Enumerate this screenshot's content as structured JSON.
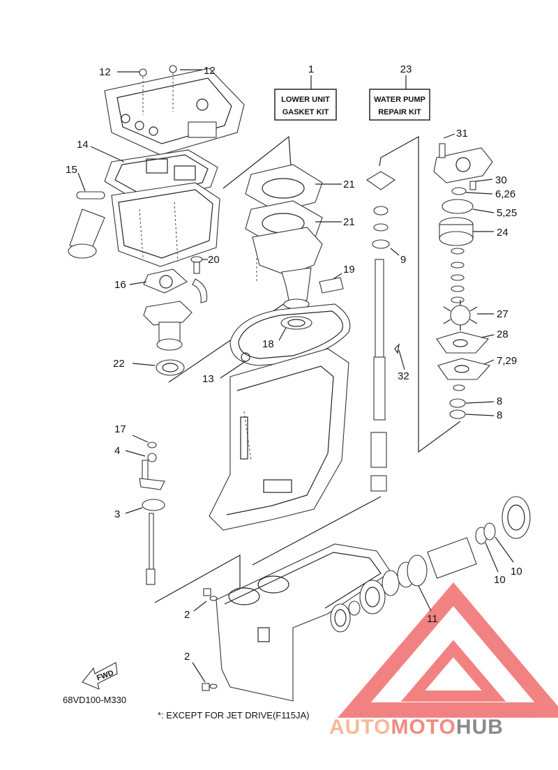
{
  "kits": {
    "lower_unit": {
      "number": "1",
      "line1": "LOWER UNIT",
      "line2": "GASKET KIT"
    },
    "water_pump": {
      "number": "23",
      "line1": "WATER PUMP",
      "line2": "REPAIR KIT"
    }
  },
  "callouts": {
    "c12a": "12",
    "c12b": "12",
    "c14": "14",
    "c15": "15",
    "c16": "16",
    "c20": "20",
    "c22": "22",
    "c13": "13",
    "c18": "18",
    "c19": "19",
    "c21a": "21",
    "c21b": "21",
    "c31": "31",
    "c30": "30",
    "c626": "6,26",
    "c525": "5,25",
    "c24": "24",
    "c9": "9",
    "c27": "27",
    "c28": "28",
    "c729": "7,29",
    "c32": "32",
    "c8a": "8",
    "c8b": "8",
    "c17": "17",
    "c4": "4",
    "c3": "3",
    "c10a": "10",
    "c10b": "10",
    "c11": "11",
    "c2a": "2",
    "c2b": "2"
  },
  "fwd_label": "FWD",
  "diagram_code": "68VD100-M330",
  "footnote": "*: EXCEPT FOR JET DRIVE(F115JA)",
  "watermark": {
    "part1": "AUTO",
    "part2": "MOTO",
    "part3": "HUB",
    "colors": {
      "auto": "#f5b99a",
      "moto": "#f08a80",
      "hub": "#8a8a8a",
      "triangle": "#f06d6d"
    }
  }
}
